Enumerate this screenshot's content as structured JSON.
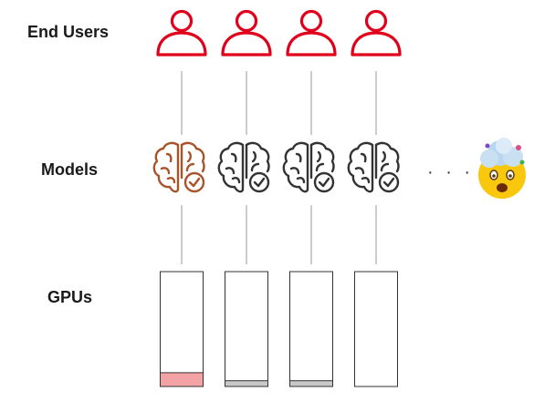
{
  "labels": {
    "users": "End Users",
    "models": "Models",
    "gpus": "GPUs",
    "ellipsis": "· · · ·"
  },
  "colors": {
    "user": "#e0001b",
    "model_active": "#a8542b",
    "model_default": "#333333",
    "gpu_border": "#333333",
    "gpu_fill_active": "#f4a3a5",
    "gpu_fill_default": "#c9c9c9",
    "connector": "#9a9a9a"
  },
  "columns": [
    {
      "model_state": "active",
      "gpu_usage": 0.12,
      "gpu_fill": "active"
    },
    {
      "model_state": "default",
      "gpu_usage": 0.05,
      "gpu_fill": "default"
    },
    {
      "model_state": "default",
      "gpu_usage": 0.05,
      "gpu_fill": "default"
    },
    {
      "model_state": "default",
      "gpu_usage": 0.0,
      "gpu_fill": "default"
    }
  ],
  "extra_icon": "exploding-head-emoji-icon"
}
